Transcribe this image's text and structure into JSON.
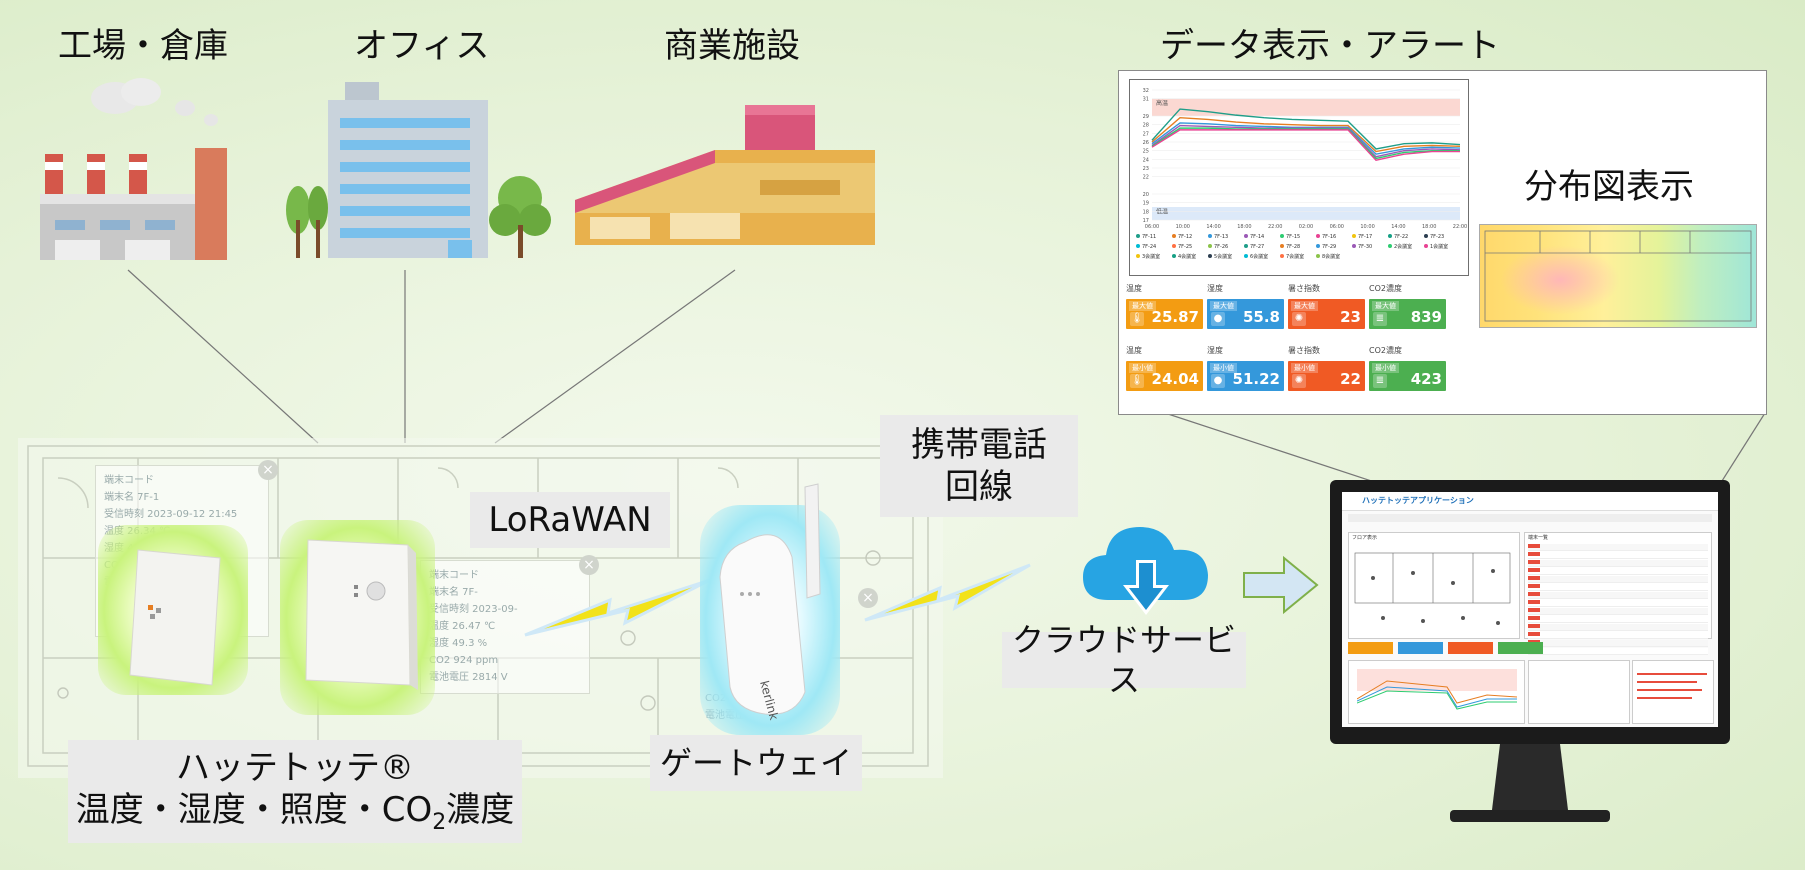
{
  "headings": {
    "factory": "工場・倉庫",
    "office": "オフィス",
    "commercial": "商業施設",
    "data_alert": "データ表示・アラート",
    "distribution": "分布図表示"
  },
  "chips": {
    "lorawan": "LoRaWAN",
    "mobile_line_1": "携帯電話",
    "mobile_line_2": "回線",
    "cloud": "クラウドサービス",
    "gateway": "ゲートウェイ",
    "sensor_line_1": "ハッテトッテ®",
    "sensor_line_2_pre": "温度・湿度・照度・CO",
    "sensor_line_2_sub": "2",
    "sensor_line_2_post": "濃度"
  },
  "gateway_brand": "kerlink",
  "floor_popups": {
    "popup1": [
      "端末コード",
      "端末名 7F-1",
      "受信時刻 2023-09-12 21:45",
      "温度 26.34 ℃",
      "湿度 49.3 %",
      "CO2 819",
      "電池電圧"
    ],
    "popup2": [
      "端末コード",
      "端末名 7F-",
      "受信時刻 2023-09-",
      "温度 26.47 ℃",
      "湿度 49.3 %",
      "CO2 924 ppm",
      "電池電圧 2814 V"
    ],
    "popup3": [
      "CO2",
      "電池電圧 2814 V"
    ]
  },
  "chart_data": {
    "type": "line",
    "x_ticks": [
      "06:00",
      "10:00",
      "14:00",
      "18:00",
      "22:00",
      "02:00",
      "06:00",
      "10:00",
      "14:00",
      "18:00",
      "22:00"
    ],
    "y_ticks": [
      "32",
      "31",
      "29",
      "28",
      "27",
      "26",
      "25",
      "24",
      "23",
      "22",
      "20",
      "19",
      "18",
      "17"
    ],
    "band_labels": [
      "高温",
      "低温"
    ],
    "legend": [
      "7F-11",
      "7F-12",
      "7F-13",
      "7F-14",
      "7F-15",
      "7F-16",
      "7F-17",
      "7F-22",
      "7F-23",
      "7F-24",
      "7F-25",
      "7F-26",
      "7F-27",
      "7F-28",
      "7F-29",
      "7F-30",
      "2会議室",
      "1会議室",
      "3会議室",
      "4会議室",
      "5会議室",
      "6会議室",
      "7会議室",
      "8会議室"
    ],
    "series_colors": [
      "#1f9e89",
      "#e67e22",
      "#3498db",
      "#9b59b6",
      "#2ecc71",
      "#e84393",
      "#f1c40f",
      "#16a085",
      "#2c3e50",
      "#00bcd4",
      "#ff7043",
      "#8bc34a"
    ],
    "series": [
      {
        "values": [
          26.2,
          29.8,
          29.5,
          29.1,
          28.8,
          28.6,
          28.5,
          28.4,
          25.2,
          25.8,
          25.9,
          25.7
        ]
      },
      {
        "values": [
          26.0,
          28.8,
          28.6,
          28.3,
          28.1,
          28.0,
          27.9,
          27.9,
          24.9,
          25.5,
          25.6,
          25.5
        ]
      },
      {
        "values": [
          25.8,
          28.2,
          28.1,
          27.9,
          27.8,
          27.7,
          27.7,
          27.7,
          24.6,
          25.2,
          25.4,
          25.3
        ]
      },
      {
        "values": [
          25.6,
          27.9,
          27.8,
          27.7,
          27.6,
          27.6,
          27.6,
          27.6,
          24.3,
          25.0,
          25.2,
          25.1
        ]
      },
      {
        "values": [
          25.5,
          27.6,
          27.6,
          27.5,
          27.5,
          27.5,
          27.5,
          27.5,
          24.1,
          24.8,
          25.0,
          25.0
        ]
      },
      {
        "values": [
          25.4,
          27.4,
          27.4,
          27.4,
          27.4,
          27.4,
          27.4,
          27.4,
          23.9,
          24.6,
          24.9,
          24.9
        ]
      }
    ],
    "ylim": [
      17,
      32
    ]
  },
  "tiles": {
    "row1": [
      {
        "label": "温度",
        "tag": "最大値",
        "value": "25.87",
        "color": "#f39c12",
        "icon": "thermometer-icon"
      },
      {
        "label": "湿度",
        "tag": "最大値",
        "value": "55.8",
        "color": "#3498db",
        "icon": "droplet-icon"
      },
      {
        "label": "暑さ指数",
        "tag": "最大値",
        "value": "23",
        "color": "#f05a24",
        "icon": "sun-icon"
      },
      {
        "label": "CO2濃度",
        "tag": "最大値",
        "value": "839",
        "color": "#4caf50",
        "icon": "co2-icon"
      }
    ],
    "row2": [
      {
        "label": "温度",
        "tag": "最小値",
        "value": "24.04",
        "color": "#f39c12",
        "icon": "thermometer-icon"
      },
      {
        "label": "湿度",
        "tag": "最小値",
        "value": "51.22",
        "color": "#3498db",
        "icon": "droplet-icon"
      },
      {
        "label": "暑さ指数",
        "tag": "最小値",
        "value": "22",
        "color": "#f05a24",
        "icon": "sun-icon"
      },
      {
        "label": "CO2濃度",
        "tag": "最小値",
        "value": "423",
        "color": "#4caf50",
        "icon": "co2-icon"
      }
    ]
  },
  "monitor": {
    "app_title": "ハッテトッテアプリケーション",
    "panel_title": "フロア表示",
    "list_title": "端末一覧"
  },
  "colors": {
    "background": "#e3f0d4",
    "chip": "#eaeaea",
    "cloud": "#27a4e3",
    "arrow": "#d3e6f3",
    "lightning": "#f2e21a"
  }
}
